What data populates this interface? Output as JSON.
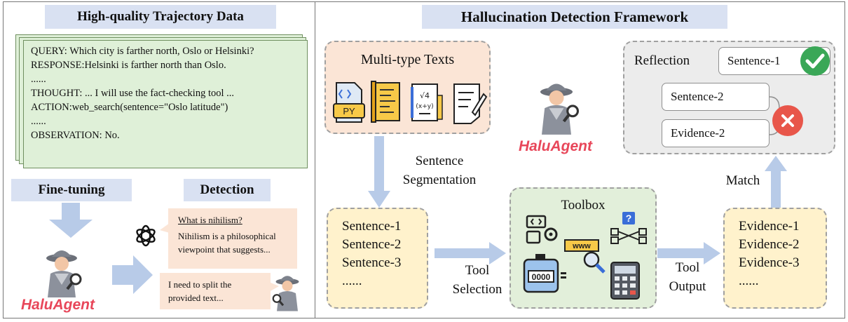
{
  "left_panel": {
    "title": "High-quality Trajectory Data",
    "trajectory": [
      "QUERY: Which city is farther north, Oslo or Helsinki? RESPONSE:Helsinki is farther north than Oslo.",
      "......",
      "THOUGHT: ... I will use the fact-checking tool ...",
      "ACTION:web_search(sentence=\"Oslo latitude\")",
      "......",
      "OBSERVATION: No."
    ],
    "finetune_label": "Fine-tuning",
    "detection_label": "Detection",
    "bubble_question": "What is nihilism?",
    "bubble_answer": "Nihilism is a philosophical viewpoint that suggests...",
    "bubble_agent": "I need to split the provided text...",
    "brand": "HaluAgent"
  },
  "right_panel": {
    "title": "Hallucination Detection Framework",
    "texts_title": "Multi-type Texts",
    "py_label": "PY",
    "brand": "HaluAgent",
    "segmentation_label": [
      "Sentence",
      "Segmentation"
    ],
    "sentences": [
      "Sentence-1",
      "Sentence-2",
      "Sentence-3",
      "......"
    ],
    "tool_selection_label": [
      "Tool",
      "Selection"
    ],
    "toolbox_title": "Toolbox",
    "tool_output_label": [
      "Tool",
      "Output"
    ],
    "counter_value": "0000",
    "www_label": "www",
    "evidence": [
      "Evidence-1",
      "Evidence-2",
      "Evidence-3",
      "......"
    ],
    "match_label": "Match",
    "reflection_title": "Reflection",
    "reflection_items": [
      "Sentence-1",
      "Sentence-2",
      "Evidence-2"
    ]
  },
  "colors": {
    "title_plate": "#d9e1f2",
    "trajectory_bg": "#dff0d8",
    "bubble_bg": "#fbe5d6",
    "sentences_bg": "#fff2cc",
    "toolbox_bg": "#e2efda",
    "reflection_bg": "#ececec",
    "arrow": "#b8cbe8",
    "brand": "#e8475a",
    "check": "#3aa757",
    "cross": "#e8564a"
  }
}
